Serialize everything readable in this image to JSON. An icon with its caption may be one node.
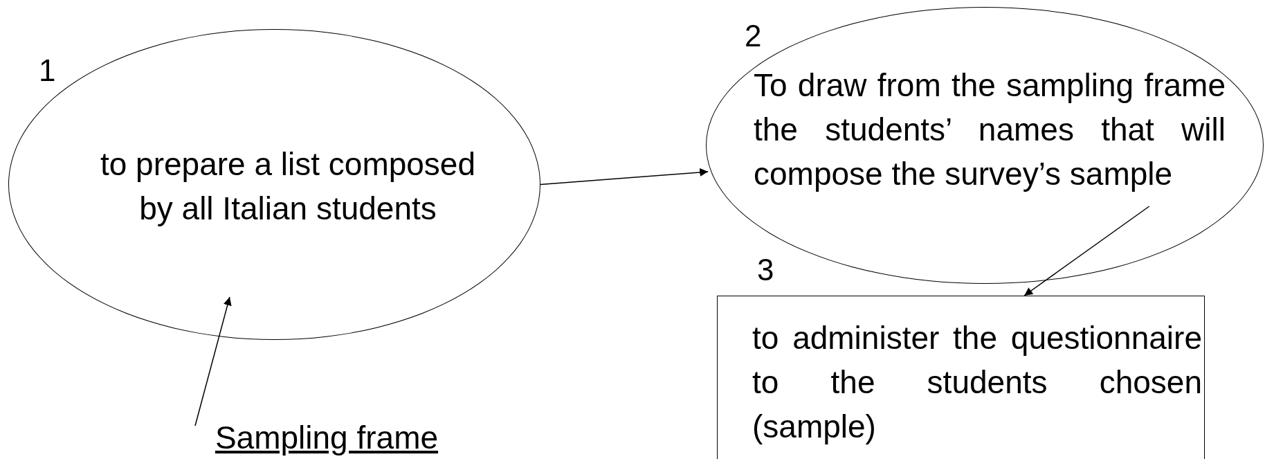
{
  "diagram": {
    "nodes": [
      {
        "text": [
          "to prepare a list composed by all Italian students"
        ]
      },
      {
        "text": [
          "To draw from the sampling frame the students’ names that will compose the survey’s sample"
        ]
      },
      {
        "text": [
          "to administer the questionnaire to the students chosen (sample)"
        ]
      },
      {
        "text": [
          "Sampling frame"
        ]
      }
    ],
    "edges": [
      {
        "from": 0,
        "to": 1,
        "arrow": "to"
      },
      {
        "from": 1,
        "to": 2,
        "arrow": "to"
      },
      {
        "from": 3,
        "to": 0,
        "arrow": "to"
      }
    ],
    "labels": [
      "1",
      "2",
      "3"
    ]
  }
}
